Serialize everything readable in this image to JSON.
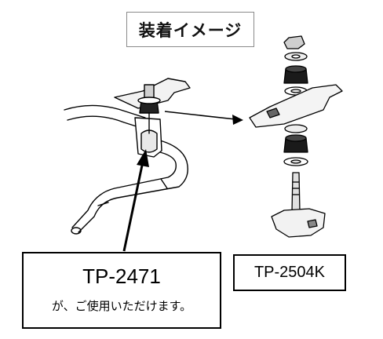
{
  "title": "装着イメージ",
  "left_part": {
    "model": "TP-2471",
    "caption": "が、ご使用いただけます。"
  },
  "right_part": {
    "model": "TP-2504K"
  },
  "colors": {
    "line": "#000000",
    "part_dark": "#1a1a1a",
    "part_light": "#f0f0f0",
    "box_border": "#8a8a8a"
  }
}
